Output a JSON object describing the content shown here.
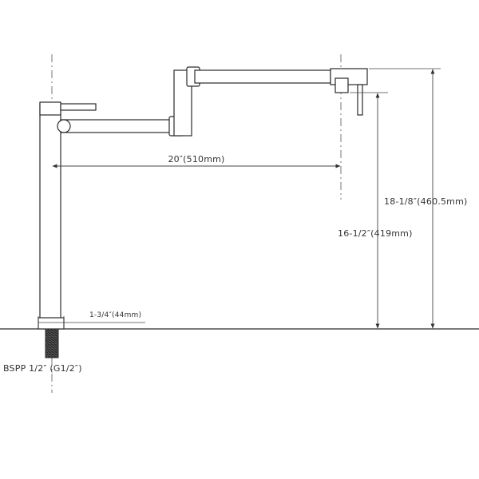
{
  "dimensions": {
    "horizontal_reach": "20″(510mm)",
    "total_height": "18-1/8″(460.5mm)",
    "spout_height": "16-1/2″(419mm)",
    "base_diameter": "1-3/4″(44mm)",
    "thread_spec": "BSPP 1/2″ (G1/2″)"
  },
  "colors": {
    "line": "#2a2a2a",
    "dim_line": "#444444",
    "center_line": "#555555",
    "thread": "#3a3a3a"
  }
}
